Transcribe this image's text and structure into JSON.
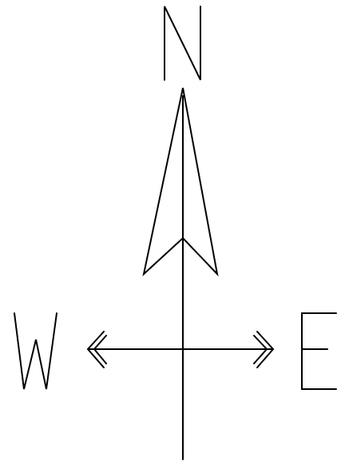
{
  "diagram": {
    "type": "compass-rose",
    "letters": {
      "north": "N",
      "west": "W",
      "east": "E"
    },
    "colors": {
      "ink": "#000000",
      "background": "#ffffff"
    }
  }
}
